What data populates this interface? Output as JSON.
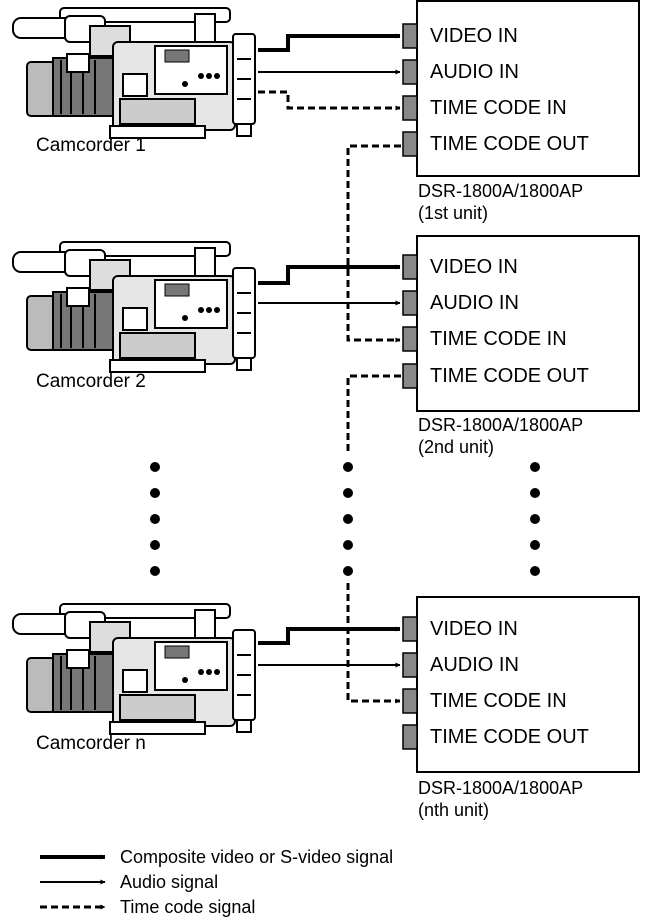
{
  "vtr_units": [
    {
      "model": "DSR-1800A/1800AP",
      "unit": "(1st unit)",
      "ports": [
        "VIDEO IN",
        "AUDIO IN",
        "TIME CODE IN",
        "TIME CODE OUT"
      ]
    },
    {
      "model": "DSR-1800A/1800AP",
      "unit": "(2nd unit)",
      "ports": [
        "VIDEO IN",
        "AUDIO IN",
        "TIME CODE IN",
        "TIME CODE OUT"
      ]
    },
    {
      "model": "DSR-1800A/1800AP",
      "unit": "(nth unit)",
      "ports": [
        "VIDEO IN",
        "AUDIO IN",
        "TIME CODE IN",
        "TIME CODE OUT"
      ]
    }
  ],
  "camcorders": [
    "Camcorder 1",
    "Camcorder 2",
    "Camcorder n"
  ],
  "legend": {
    "video": "Composite video or S-video signal",
    "audio": "Audio signal",
    "timecode": "Time code signal"
  }
}
